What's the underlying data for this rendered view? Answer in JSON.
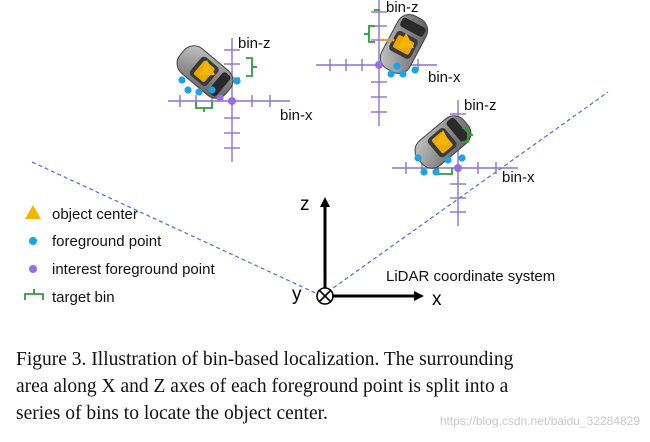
{
  "diagram": {
    "bin_z_label": "bin-z",
    "bin_x_label": "bin-x",
    "axis_z": "z",
    "axis_y": "y",
    "axis_x": "x",
    "coordinate_label": "LiDAR coordinate system",
    "legend": [
      {
        "label": "object center",
        "icon": "triangle-icon",
        "color": "#f5b400"
      },
      {
        "label": "foreground point",
        "icon": "dot-icon",
        "color": "#1aa3e8"
      },
      {
        "label": "interest foreground point",
        "icon": "dot-icon",
        "color": "#9b6ee6"
      },
      {
        "label": "target bin",
        "icon": "bracket-icon",
        "color": "#2e9e3a"
      }
    ],
    "colors": {
      "grid": "#8a74c9",
      "fov_line": "#4a73c4",
      "target_bin": "#2e9e3a",
      "object_center": "#f5b400",
      "foreground": "#1aa3e8",
      "interest": "#9b6ee6"
    }
  },
  "caption": {
    "line1": "Figure 3. Illustration of bin-based localization.  The surrounding",
    "line2": "area along X and Z axes of each foreground point is split into a",
    "line3": "series of bins to locate the object center."
  },
  "watermark": "https://blog.csdn.net/baidu_32284829"
}
